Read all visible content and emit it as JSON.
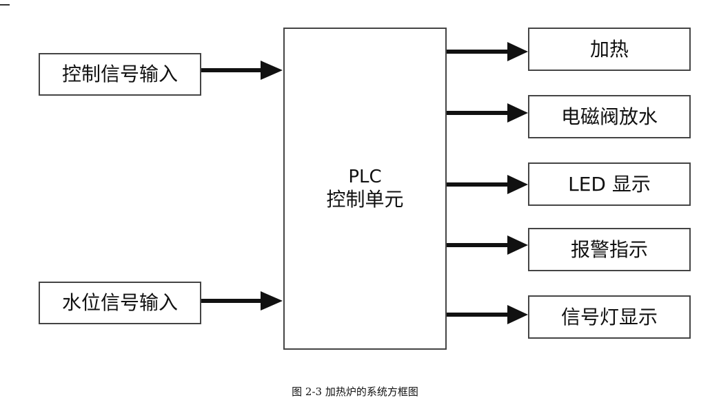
{
  "inputs": {
    "control_signal": "控制信号输入",
    "water_level_signal": "水位信号输入"
  },
  "controller": {
    "line1": "PLC",
    "line2": "控制单元"
  },
  "outputs": {
    "heating": "加热",
    "solenoid_valve": "电磁阀放水",
    "led_display": "LED 显示",
    "alarm": "报警指示",
    "signal_light": "信号灯显示"
  },
  "caption": "图 2-3 加热炉的系统方框图",
  "colors": {
    "arrow": "#111111",
    "border": "#444444"
  }
}
